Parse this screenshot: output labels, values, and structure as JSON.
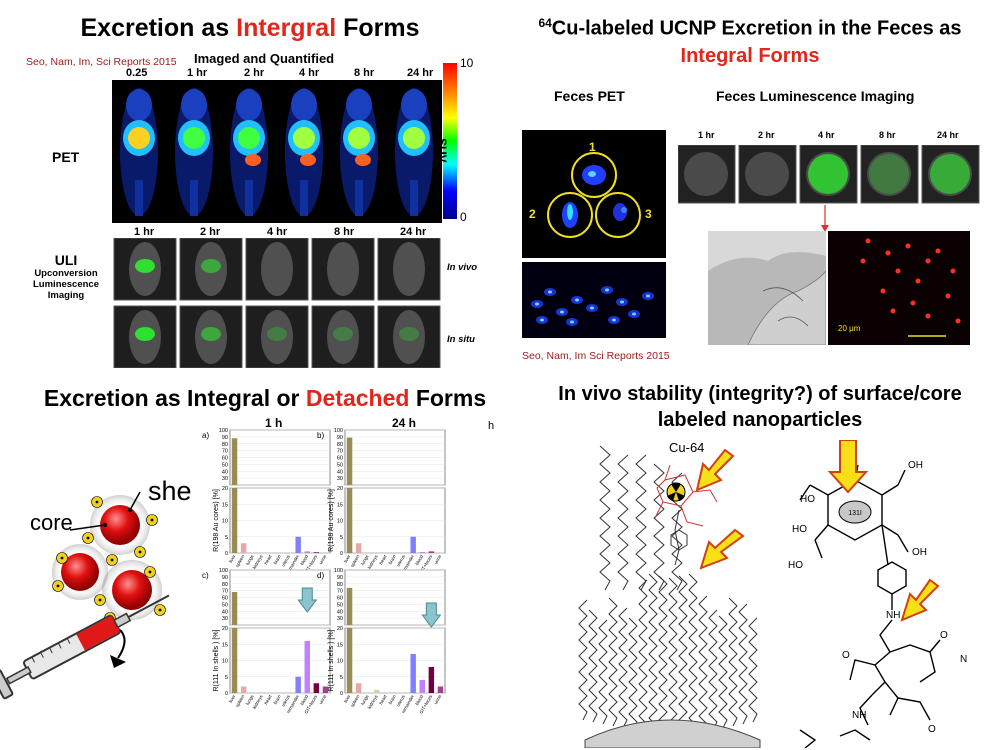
{
  "q1": {
    "title_a": "Excretion as ",
    "title_b": "Intergral",
    "title_c": " Forms",
    "citation": "Seo, Nam, Im, Sci Reports 2015",
    "subtitle": "Imaged and Quantified",
    "pet_times": [
      "0.25",
      "1 hr",
      "2 hr",
      "4 hr",
      "8 hr",
      "24 hr"
    ],
    "pet_label": "PET",
    "scale_max": "10",
    "scale_min": "0",
    "scale_label": "SUV",
    "uli_times": [
      "1 hr",
      "2 hr",
      "4 hr",
      "8 hr",
      "24 hr"
    ],
    "uli_label": "ULI",
    "uli_desc_1": "Upconversion",
    "uli_desc_2": "Luminescence",
    "uli_desc_3": "Imaging",
    "row_invivo": "In vivo",
    "row_insitu": "In situ",
    "scale_colors": [
      "#ff0000",
      "#ff8c00",
      "#ffff00",
      "#00ff00",
      "#00ffff",
      "#0000ff",
      "#00008b"
    ]
  },
  "q2": {
    "title_sup": "64",
    "title_a": "Cu-labeled UCNP Excretion in the Feces as",
    "title_b": "Integral Forms",
    "feces_pet": "Feces PET",
    "feces_lum": "Feces Luminescence Imaging",
    "circle_labels": [
      "1",
      "2",
      "3"
    ],
    "lum_times": [
      "1 hr",
      "2 hr",
      "4 hr",
      "8 hr",
      "24 hr"
    ],
    "scale_bar": "20 μm",
    "citation": "Seo, Nam, Im Sci Reports 2015"
  },
  "q3": {
    "title_a": "Excretion as Integral or ",
    "title_b": "Detached",
    "title_c": " Forms",
    "col_1h": "1 h",
    "col_24h": "24 h",
    "stray": "h",
    "shell_word": "she",
    "core_word": "core",
    "panel_letters": [
      "a)",
      "b)",
      "c)",
      "d)"
    ],
    "ylabel_top": "R(¹⁹⁸ Au cores) [%]",
    "ylabel_bottom": "R(¹¹¹ In shells ) [%]"
  },
  "q4": {
    "title_1": "In vivo stability (integrity?) of surface/core",
    "title_2": "labeled nanoparticles",
    "cu_label": "Cu-64",
    "i_label": "131I",
    "chem_labels": [
      "HO",
      "HO",
      "HO",
      "OH",
      "OH",
      "NH",
      "NH",
      "O",
      "O",
      "O",
      "N"
    ]
  },
  "chart_data": [
    {
      "type": "bar",
      "panel": "a)",
      "ylabel": "R(198 Au cores) [%]",
      "ylim_upper": [
        20,
        100
      ],
      "ylim_lower": [
        0,
        20
      ],
      "categories": [
        "liver",
        "spleen",
        "lungs",
        "kidneys",
        "heart",
        "brain",
        "uterus",
        "remainder",
        "blood",
        "GIT+feces",
        "urine"
      ],
      "values": [
        88,
        3,
        0,
        0,
        0,
        0,
        0,
        5,
        0.5,
        0.3,
        0
      ],
      "colors": [
        "#9a8c55",
        "#e8a8a8",
        "#e0c0c0",
        "#d8d0b0",
        "#e0e0e0",
        "#e0e0e0",
        "#e0e0e0",
        "#8080ff",
        "#c080ff",
        "#a04080",
        "#b07040"
      ]
    },
    {
      "type": "bar",
      "panel": "b)",
      "ylabel": "R(198 Au cores) [%]",
      "ylim_upper": [
        20,
        100
      ],
      "ylim_lower": [
        0,
        20
      ],
      "categories": [
        "liver",
        "spleen",
        "lungs",
        "kidneys",
        "heart",
        "brain",
        "uterus",
        "remainder",
        "blood",
        "GIT+feces",
        "urine"
      ],
      "values": [
        89,
        3,
        0,
        0,
        0,
        0,
        0,
        5,
        0.3,
        0.5,
        0
      ],
      "colors": [
        "#9a8c55",
        "#e8a8a8",
        "#e0c0c0",
        "#d8d0b0",
        "#e0e0e0",
        "#e0e0e0",
        "#e0e0e0",
        "#8080ff",
        "#c080ff",
        "#a04080",
        "#b07040"
      ]
    },
    {
      "type": "bar",
      "panel": "c)",
      "ylabel": "R(111 In shells ) [%]",
      "ylim_upper": [
        20,
        100
      ],
      "ylim_lower": [
        0,
        20
      ],
      "categories": [
        "liver",
        "spleen",
        "lungs",
        "kidneys",
        "heart",
        "brain",
        "uterus",
        "remainder",
        "blood",
        "GIT+feces",
        "urine"
      ],
      "values": [
        68,
        2,
        0,
        0,
        0,
        0,
        0,
        5,
        16,
        3,
        2
      ],
      "colors": [
        "#9a8c55",
        "#e8a8a8",
        "#e0c0c0",
        "#d8d0b0",
        "#e0e0e0",
        "#e0e0e0",
        "#e0e0e0",
        "#8080ff",
        "#c080ff",
        "#700040",
        "#a04090"
      ]
    },
    {
      "type": "bar",
      "panel": "d)",
      "ylabel": "R(111 In shells ) [%]",
      "ylim_upper": [
        20,
        100
      ],
      "ylim_lower": [
        0,
        20
      ],
      "categories": [
        "liver",
        "spleen",
        "lungs",
        "kidneys",
        "heart",
        "brain",
        "uterus",
        "remainder",
        "blood",
        "GIT+feces",
        "urine"
      ],
      "values": [
        74,
        3,
        0,
        1,
        0,
        0,
        0,
        12,
        4,
        8,
        2
      ],
      "colors": [
        "#9a8c55",
        "#e8a8a8",
        "#e0c0c0",
        "#d8d0b0",
        "#e0e0e0",
        "#e0e0e0",
        "#e0e0e0",
        "#8080ff",
        "#c080ff",
        "#700040",
        "#a04090"
      ]
    }
  ]
}
